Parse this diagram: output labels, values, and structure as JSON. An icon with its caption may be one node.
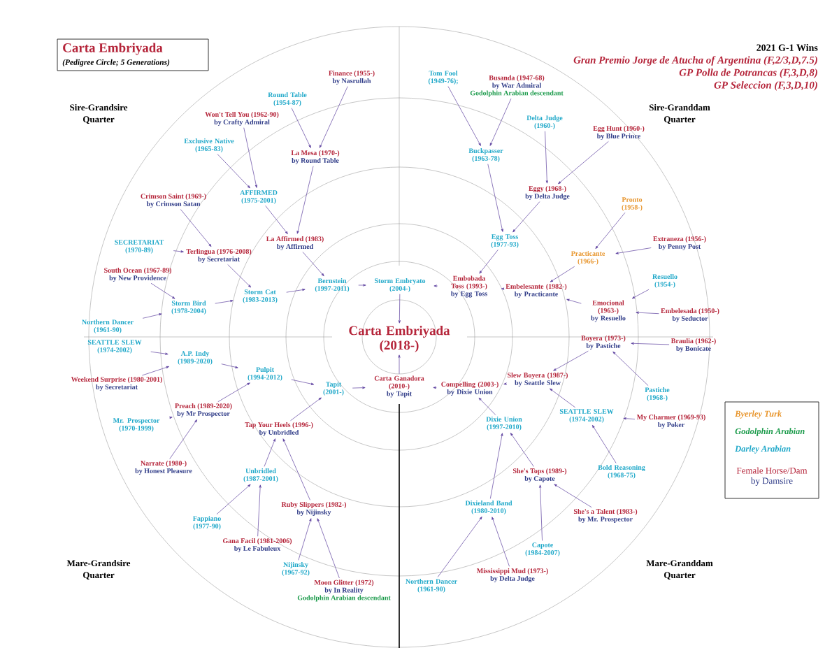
{
  "diagram": {
    "title": "Carta Embriyada",
    "nodes": [
      {
        "text": [
          "Carta Embriyada (2018-)"
        ]
      },
      {
        "text": [
          "Storm Embryato (2004-)"
        ]
      },
      {
        "text": [
          "Carta Ganadora (2010-)",
          "by Tapit"
        ]
      },
      {
        "text": [
          "Bernstein (1997-2011)"
        ]
      },
      {
        "text": [
          "Embobada Toss (1993-)",
          "by Egg Toss"
        ]
      },
      {
        "text": [
          "Tapit (2001-)"
        ]
      },
      {
        "text": [
          "Compelling (2003-)",
          "by Dixie Union"
        ]
      },
      {
        "text": [
          "Storm Cat (1983-2013)"
        ]
      },
      {
        "text": [
          "La Affirmed (1983)",
          "by Affirmed"
        ]
      },
      {
        "text": [
          "Egg Toss (1977-93)"
        ]
      },
      {
        "text": [
          "Embelesante (1982-)",
          "by Practicante"
        ]
      },
      {
        "text": [
          "Pulpit (1994-2012)"
        ]
      },
      {
        "text": [
          "Tap Your Heels (1996-)",
          "by Unbridled"
        ]
      },
      {
        "text": [
          "Dixie Union (1997-2010)"
        ]
      },
      {
        "text": [
          "Slew Boyera (1987-)",
          "by Seattle Slew"
        ]
      },
      {
        "text": [
          "Storm Bird (1978-2004)"
        ]
      },
      {
        "text": [
          "Terlingua (1976-2008)",
          "by Secretariat"
        ]
      },
      {
        "text": [
          "AFFIRMED (1975-2001)"
        ]
      },
      {
        "text": [
          "La Mesa (1970-)",
          "by Round Table"
        ]
      },
      {
        "text": [
          "Buckpasser (1963-78)"
        ]
      },
      {
        "text": [
          "Eggy (1968-)",
          "by Delta Judge"
        ]
      },
      {
        "text": [
          "Practicante (1966-)"
        ]
      },
      {
        "text": [
          "Emocional (1963-)",
          "by Resuello"
        ]
      },
      {
        "text": [
          "A.P. Indy (1989-2020)"
        ]
      },
      {
        "text": [
          "Preach (1989-2020)",
          "by Mr Prospector"
        ]
      },
      {
        "text": [
          "Unbridled (1987-2001)"
        ]
      },
      {
        "text": [
          "Ruby Slippers (1982-)",
          "by Nijinsky"
        ]
      },
      {
        "text": [
          "Dixieland Band (1980-2010)"
        ]
      },
      {
        "text": [
          "She's Tops (1989-)",
          "by Capote"
        ]
      },
      {
        "text": [
          "SEATTLE SLEW (1974-2002)"
        ]
      },
      {
        "text": [
          "Boyera (1973-)",
          "by Pastiche"
        ]
      },
      {
        "text": [
          "Northern Dancer (1961-90)"
        ]
      },
      {
        "text": [
          "South Ocean (1967-89)",
          "by New Providence"
        ]
      },
      {
        "text": [
          "SECRETARIAT (1970-89)"
        ]
      },
      {
        "text": [
          "Crimson Saint (1969-)",
          "by Crimson Satan"
        ]
      },
      {
        "text": [
          "Exclusive Native (1965-83)"
        ]
      },
      {
        "text": [
          "Won't Tell You (1962-90)",
          "by Crafty Admiral"
        ]
      },
      {
        "text": [
          "Round Table (1954-87)"
        ]
      },
      {
        "text": [
          "Finance (1955-)",
          "by Nasrullah"
        ]
      },
      {
        "text": [
          "Tom Fool (1949-76);"
        ]
      },
      {
        "text": [
          "Busanda (1947-68)",
          "by War Admiral",
          "Godolphin Arabian descendant"
        ]
      },
      {
        "text": [
          "Delta Judge (1960-)"
        ]
      },
      {
        "text": [
          "Egg Hunt (1960-)",
          "by Blue Prince"
        ]
      },
      {
        "text": [
          "Pronto (1958-)"
        ]
      },
      {
        "text": [
          "Extraneza (1956-)",
          "by Penny Post"
        ]
      },
      {
        "text": [
          "Resuello (1954-)"
        ]
      },
      {
        "text": [
          "Embelesada (1950-)",
          "by Seductor"
        ]
      },
      {
        "text": [
          "Braulia (1962-)",
          "by Bonicate"
        ]
      },
      {
        "text": [
          "Pastiche (1968-)"
        ]
      },
      {
        "text": [
          "My Charmer (1969-93)",
          "by Poker"
        ]
      },
      {
        "text": [
          "Bold Reasoning (1968-75)"
        ]
      },
      {
        "text": [
          "She's a Talent (1983-)",
          "by Mr. Prospector"
        ]
      },
      {
        "text": [
          "Capote (1984-2007)"
        ]
      },
      {
        "text": [
          "Mississippi Mud (1973-)",
          "by Delta Judge"
        ]
      },
      {
        "text": [
          "Northern Dancer (1961-90)"
        ]
      },
      {
        "text": [
          "Moon Glitter (1972)",
          "by In Reality",
          "Godolphin Arabian descendant"
        ]
      },
      {
        "text": [
          "Nijinsky (1967-92)"
        ]
      },
      {
        "text": [
          "Gana Facil (1981-2006)",
          "by Le Fabuleux"
        ]
      },
      {
        "text": [
          "Fappiano (1977-90)"
        ]
      },
      {
        "text": [
          "Narrate (1980-)",
          "by Honest Pleasure"
        ]
      },
      {
        "text": [
          "Mr. Prospector (1970-1999)"
        ]
      },
      {
        "text": [
          "Weekend Surprise (1980-2001)",
          "by Secretariat"
        ]
      },
      {
        "text": [
          "SEATTLE SLEW (1974-2002)"
        ]
      }
    ],
    "edges": [
      {
        "from": 1,
        "to": 0,
        "arrow": "to"
      },
      {
        "from": 2,
        "to": 0,
        "arrow": "to"
      },
      {
        "from": 3,
        "to": 1,
        "arrow": "to"
      },
      {
        "from": 4,
        "to": 1,
        "arrow": "to"
      },
      {
        "from": 5,
        "to": 2,
        "arrow": "to"
      },
      {
        "from": 6,
        "to": 2,
        "arrow": "to"
      },
      {
        "from": 7,
        "to": 3,
        "arrow": "to"
      },
      {
        "from": 8,
        "to": 3,
        "arrow": "to"
      },
      {
        "from": 9,
        "to": 4,
        "arrow": "to"
      },
      {
        "from": 10,
        "to": 4,
        "arrow": "to"
      },
      {
        "from": 11,
        "to": 5,
        "arrow": "to"
      },
      {
        "from": 12,
        "to": 5,
        "arrow": "to"
      },
      {
        "from": 13,
        "to": 6,
        "arrow": "to"
      },
      {
        "from": 14,
        "to": 6,
        "arrow": "to"
      },
      {
        "from": 15,
        "to": 7,
        "arrow": "to"
      },
      {
        "from": 16,
        "to": 7,
        "arrow": "to"
      },
      {
        "from": 17,
        "to": 8,
        "arrow": "to"
      },
      {
        "from": 18,
        "to": 8,
        "arrow": "to"
      },
      {
        "from": 19,
        "to": 9,
        "arrow": "to"
      },
      {
        "from": 20,
        "to": 9,
        "arrow": "to"
      },
      {
        "from": 21,
        "to": 10,
        "arrow": "to"
      },
      {
        "from": 22,
        "to": 10,
        "arrow": "to"
      },
      {
        "from": 23,
        "to": 11,
        "arrow": "to"
      },
      {
        "from": 24,
        "to": 11,
        "arrow": "to"
      },
      {
        "from": 25,
        "to": 12,
        "arrow": "to"
      },
      {
        "from": 26,
        "to": 12,
        "arrow": "to"
      },
      {
        "from": 27,
        "to": 13,
        "arrow": "to"
      },
      {
        "from": 28,
        "to": 13,
        "arrow": "to"
      },
      {
        "from": 29,
        "to": 14,
        "arrow": "to"
      },
      {
        "from": 30,
        "to": 14,
        "arrow": "to"
      },
      {
        "from": 31,
        "to": 15,
        "arrow": "to"
      },
      {
        "from": 32,
        "to": 15,
        "arrow": "to"
      },
      {
        "from": 33,
        "to": 16,
        "arrow": "to"
      },
      {
        "from": 34,
        "to": 16,
        "arrow": "to"
      },
      {
        "from": 35,
        "to": 17,
        "arrow": "to"
      },
      {
        "from": 36,
        "to": 17,
        "arrow": "to"
      },
      {
        "from": 37,
        "to": 18,
        "arrow": "to"
      },
      {
        "from": 38,
        "to": 18,
        "arrow": "to"
      },
      {
        "from": 39,
        "to": 19,
        "arrow": "to"
      },
      {
        "from": 40,
        "to": 19,
        "arrow": "to"
      },
      {
        "from": 41,
        "to": 20,
        "arrow": "to"
      },
      {
        "from": 42,
        "to": 20,
        "arrow": "to"
      },
      {
        "from": 43,
        "to": 21,
        "arrow": "to"
      },
      {
        "from": 44,
        "to": 21,
        "arrow": "to"
      },
      {
        "from": 45,
        "to": 22,
        "arrow": "to"
      },
      {
        "from": 46,
        "to": 22,
        "arrow": "to"
      },
      {
        "from": 47,
        "to": 30,
        "arrow": "to"
      },
      {
        "from": 48,
        "to": 30,
        "arrow": "to"
      },
      {
        "from": 49,
        "to": 29,
        "arrow": "to"
      },
      {
        "from": 50,
        "to": 29,
        "arrow": "to"
      },
      {
        "from": 51,
        "to": 28,
        "arrow": "to"
      },
      {
        "from": 52,
        "to": 28,
        "arrow": "to"
      },
      {
        "from": 53,
        "to": 27,
        "arrow": "to"
      },
      {
        "from": 54,
        "to": 27,
        "arrow": "to"
      },
      {
        "from": 55,
        "to": 26,
        "arrow": "to"
      },
      {
        "from": 56,
        "to": 26,
        "arrow": "to"
      },
      {
        "from": 57,
        "to": 25,
        "arrow": "to"
      },
      {
        "from": 58,
        "to": 25,
        "arrow": "to"
      },
      {
        "from": 59,
        "to": 24,
        "arrow": "to"
      },
      {
        "from": 60,
        "to": 24,
        "arrow": "to"
      },
      {
        "from": 61,
        "to": 23,
        "arrow": "to"
      },
      {
        "from": 62,
        "to": 23,
        "arrow": "to"
      }
    ],
    "labels": [
      "(Pedigree Circle; 5 Generations)",
      "2021 G-1 Wins",
      "Gran Premio Jorge de Atucha of Argentina (F,2/3,D,7.5)",
      "GP Polla de Potrancas (F,3,D,8)",
      "GP Seleccion (F,3,D,10)",
      "Sire-Grandsire Quarter",
      "Sire-Granddam Quarter",
      "Mare-Grandsire Quarter",
      "Mare-Granddam Quarter"
    ],
    "legend": [
      {
        "text": "Byerley Turk",
        "color": "#e8962e"
      },
      {
        "text": "Godolphin Arabian",
        "color": "#1a9a4a"
      },
      {
        "text": "Darley Arabian",
        "color": "#1fa8c9"
      },
      {
        "text": "Female Horse/Dam",
        "color": "#b5253a"
      },
      {
        "text": "by Damsire",
        "color": "#2e3a87"
      }
    ]
  }
}
